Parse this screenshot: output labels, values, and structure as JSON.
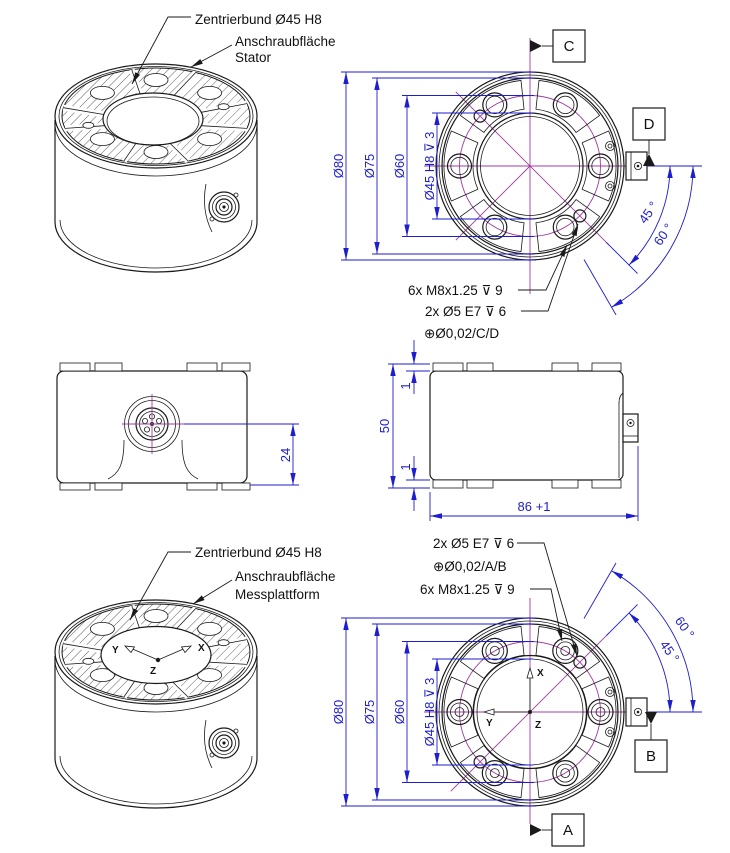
{
  "colors": {
    "dimension_blue": "#1e1ecf",
    "centerline_magenta": "#a03ca0",
    "geometry_black": "#1a1a1a",
    "background": "#ffffff"
  },
  "iso_top": {
    "label_zentrierbund": "Zentrierbund Ø45 H8",
    "label_anschraub_line1": "Anschraubfläche",
    "label_anschraub_line2": "Stator"
  },
  "iso_bottom": {
    "label_zentrierbund": "Zentrierbund Ø45 H8",
    "label_anschraub_line1": "Anschraubfläche",
    "label_anschraub_line2": "Messplattform"
  },
  "view_top": {
    "dia80": "Ø80",
    "dia75": "Ø75",
    "dia60": "Ø60",
    "dia45": "Ø45 H8 ⊽ 3",
    "datum_c": "C",
    "datum_d": "D",
    "angle_45": "45 °",
    "angle_60": "60 °",
    "note_threads": "6x M8x1.25 ⊽ 9",
    "note_pins": "2x Ø5 E7 ⊽ 6",
    "note_position": "⊕Ø0,02/C/D"
  },
  "view_side_left": {
    "dim_24": "24"
  },
  "view_side_right": {
    "dim_50": "50",
    "dim_1_top": "1",
    "dim_1_bottom": "1",
    "dim_86": "86 +1"
  },
  "view_bottom": {
    "dia80": "Ø80",
    "dia75": "Ø75",
    "dia60": "Ø60",
    "dia45": "Ø45 H8 ⊽ 3",
    "datum_a": "A",
    "datum_b": "B",
    "angle_45": "45 °",
    "angle_60": "60 °",
    "note_pins": "2x Ø5 E7 ⊽ 6",
    "note_position": "⊕Ø0,02/A/B",
    "note_threads": "6x M8x1.25 ⊽ 9",
    "axis_x": "X",
    "axis_y": "Y",
    "axis_z": "Z"
  }
}
